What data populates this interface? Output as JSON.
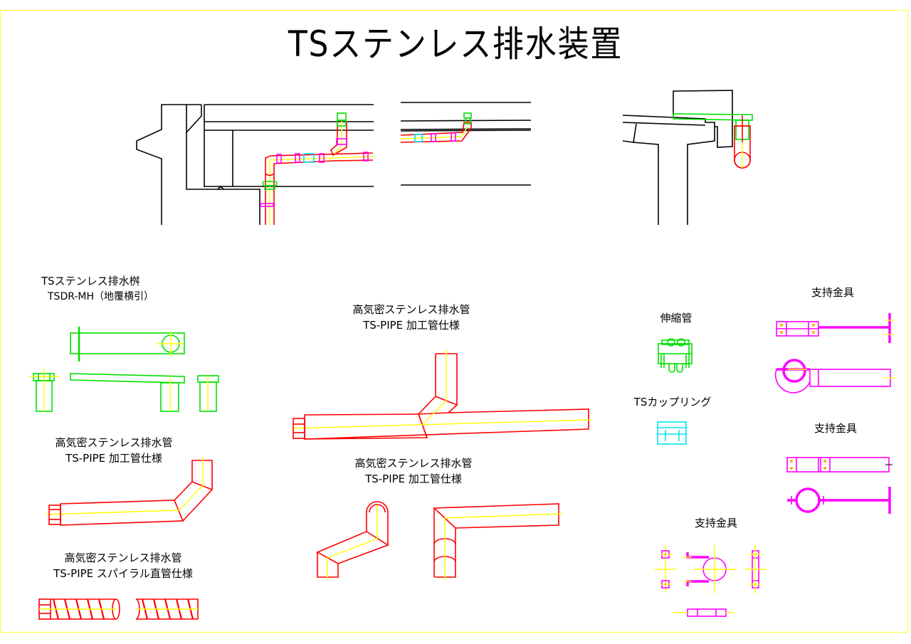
{
  "title": "TSステンレス排水装置",
  "colors": {
    "frame": "#ffff33",
    "structure": "#000000",
    "pipe": "#ff0000",
    "centerline": "#ffff00",
    "drain_basin": "#00e000",
    "support_bracket": "#ff00ff",
    "coupling": "#00e5ee"
  },
  "labels": {
    "basin": {
      "line1": "TSステンレス排水桝",
      "line2": "TSDR-MH（地覆横引）"
    },
    "pipe_bent_left": {
      "line1": "高気密ステンレス排水管",
      "line2": "TS-PIPE 加工管仕様"
    },
    "pipe_spiral": {
      "line1": "高気密ステンレス排水管",
      "line2": "TS-PIPE スパイラル直管仕様"
    },
    "pipe_branch": {
      "line1": "高気密ステンレス排水管",
      "line2": "TS-PIPE 加工管仕様"
    },
    "pipe_elbows": {
      "line1": "高気密ステンレス排水管",
      "line2": "TS-PIPE 加工管仕様"
    },
    "expansion": "伸縮管",
    "coupling": "TSカップリング",
    "support_top": "支持金具",
    "support_mid": "支持金具",
    "support_bottom": "支持金具"
  }
}
